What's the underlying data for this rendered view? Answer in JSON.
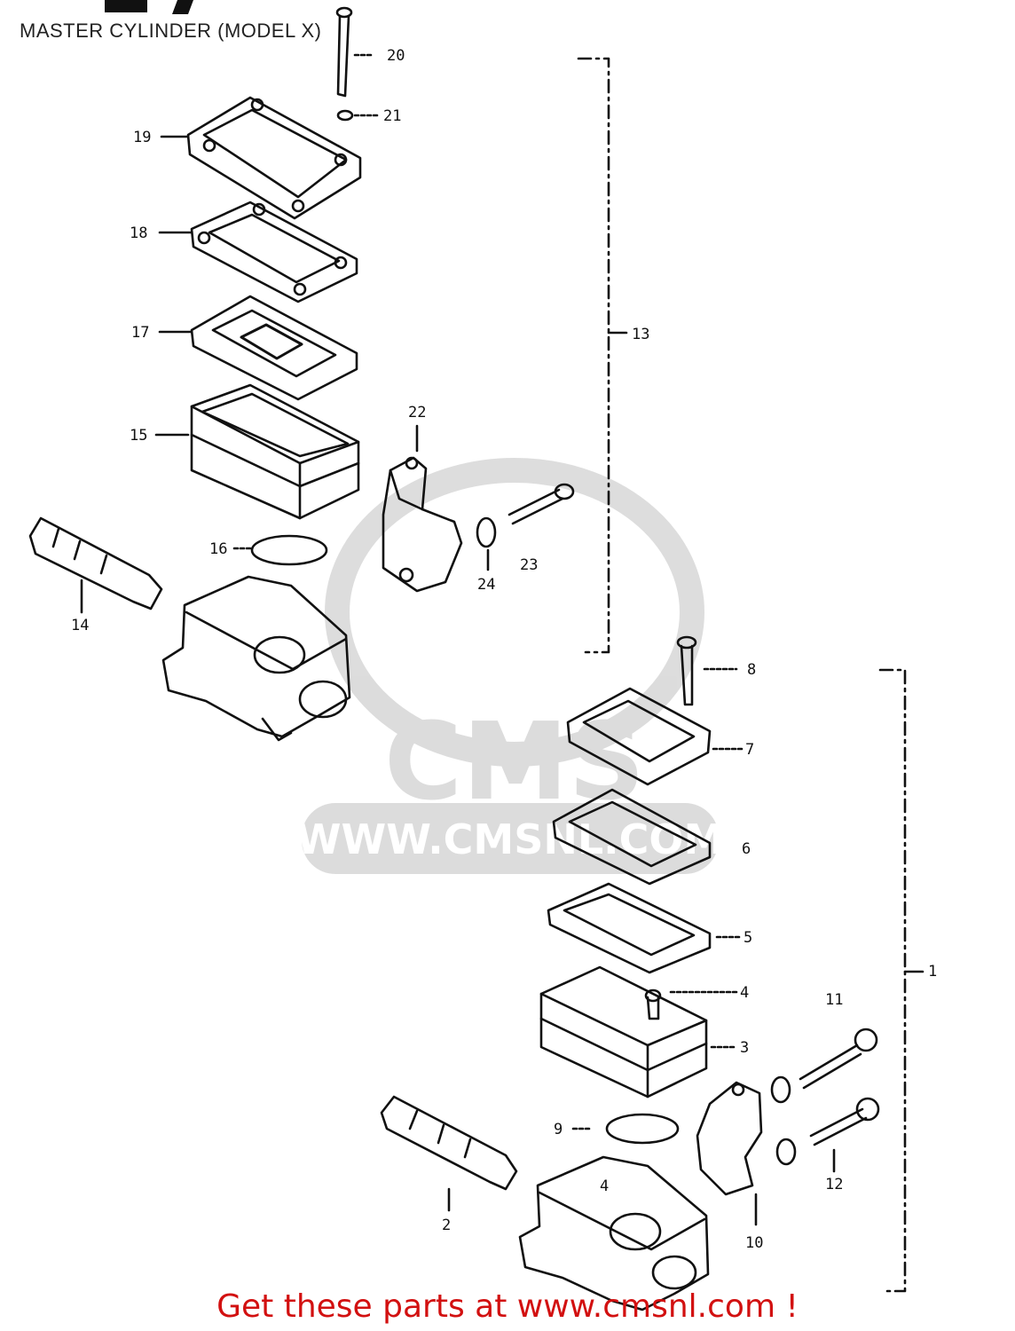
{
  "title": "MASTER CYLINDER (MODEL X)",
  "footer": "Get these parts at www.cmsnl.com !",
  "watermark": {
    "brand": "CMS",
    "url": "WWW.CMSNL.COM",
    "color": "#d9d9d9"
  },
  "colors": {
    "line": "#111111",
    "footer": "#d21010"
  },
  "labels": {
    "p1": "1",
    "p2": "2",
    "p3": "3",
    "p4": "4",
    "p4b": "4",
    "p5": "5",
    "p6": "6",
    "p7": "7",
    "p8": "8",
    "p9": "9",
    "p10": "10",
    "p11": "11",
    "p12": "12",
    "p13": "13",
    "p14": "14",
    "p15": "15",
    "p16": "16",
    "p17": "17",
    "p18": "18",
    "p19": "19",
    "p20": "20",
    "p21": "21",
    "p22": "22",
    "p23": "23",
    "p24": "24"
  }
}
